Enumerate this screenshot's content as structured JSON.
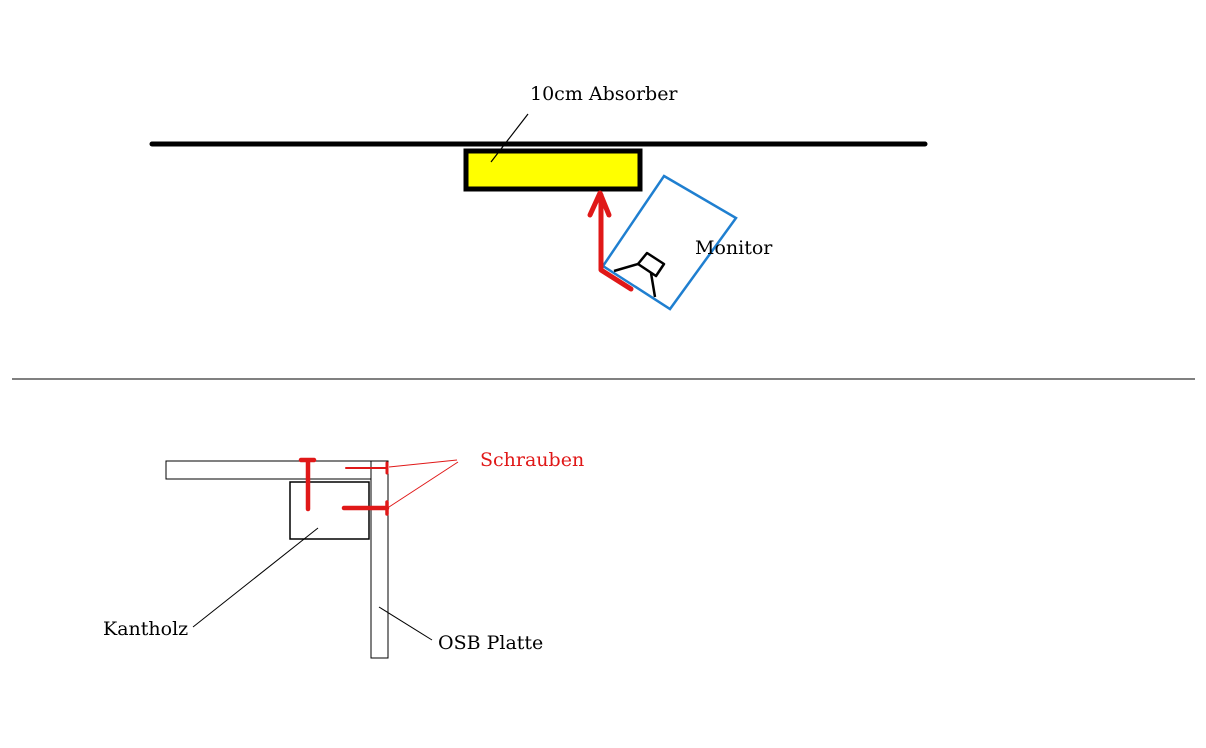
{
  "labels": {
    "absorber": "10cm Absorber",
    "monitor": "Monitor",
    "screws": "Schrauben",
    "batten": "Kantholz",
    "osb_board": "OSB Platte"
  },
  "colors": {
    "line": "#000000",
    "absorber_fill": "#ffff00",
    "monitor_outline": "#1f7fd0",
    "arrow": "#e01818",
    "screws": "#e01818",
    "screw_label": "#e01818"
  }
}
